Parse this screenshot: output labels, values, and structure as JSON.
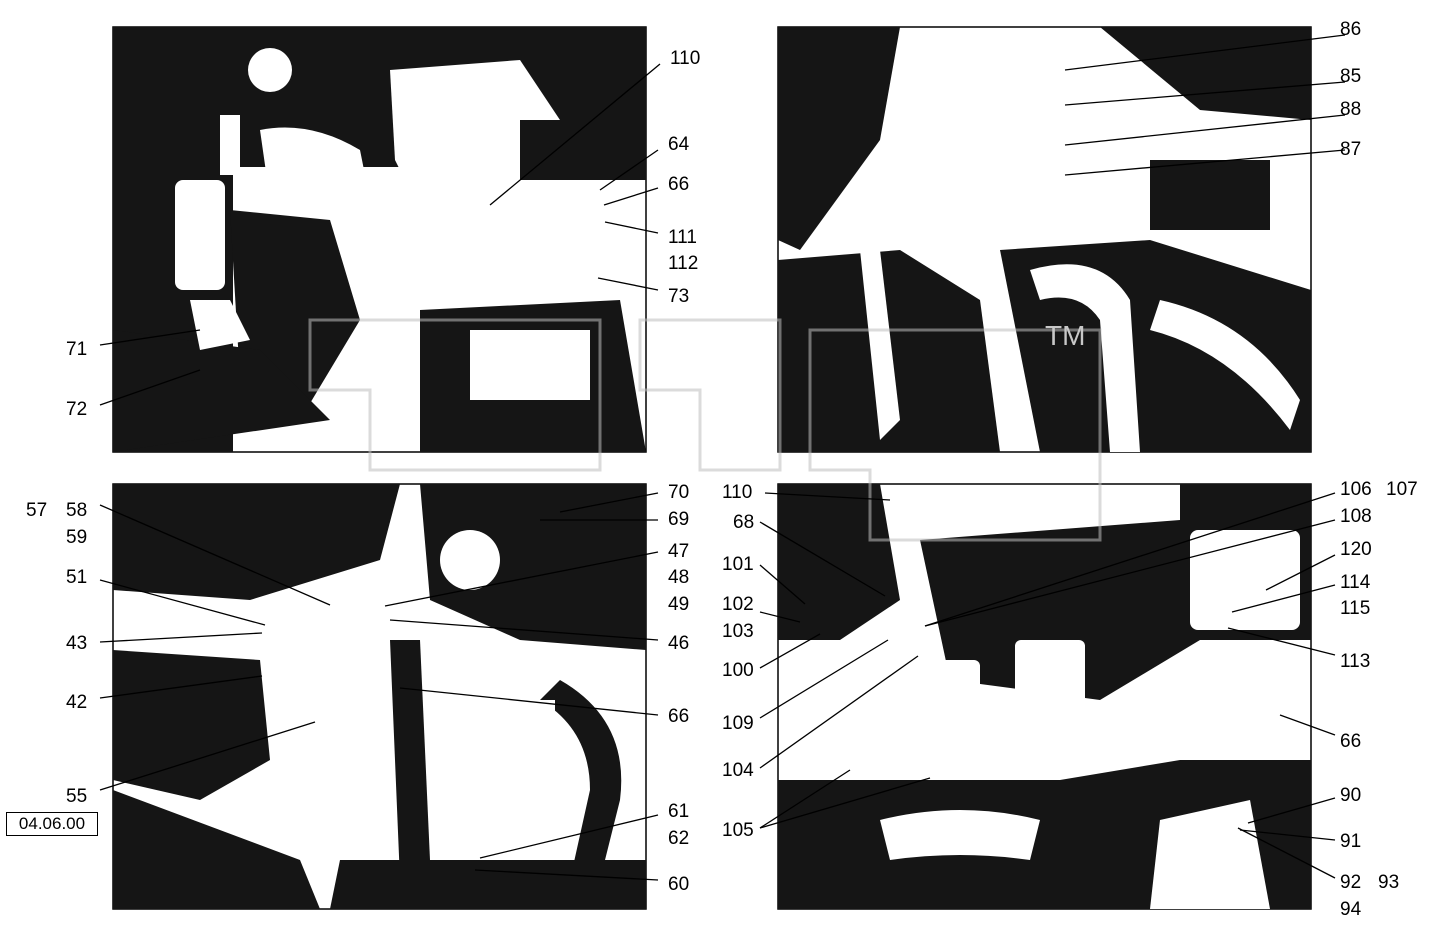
{
  "document_code": "04.06.00",
  "callouts": {
    "top_left": [
      "110",
      "64",
      "66",
      "111",
      "112",
      "73",
      "71",
      "72"
    ],
    "top_right": [
      "86",
      "85",
      "88",
      "87"
    ],
    "bottom_left": [
      "57",
      "58",
      "59",
      "51",
      "43",
      "42",
      "55",
      "70",
      "69",
      "47",
      "48",
      "49",
      "46",
      "66",
      "61",
      "62",
      "60"
    ],
    "bottom_right": [
      "110",
      "68",
      "101",
      "102",
      "103",
      "100",
      "109",
      "104",
      "105",
      "106",
      "107",
      "108",
      "120",
      "114",
      "115",
      "113",
      "66",
      "90",
      "91",
      "92",
      "93",
      "94"
    ]
  },
  "watermark_text": "TM"
}
